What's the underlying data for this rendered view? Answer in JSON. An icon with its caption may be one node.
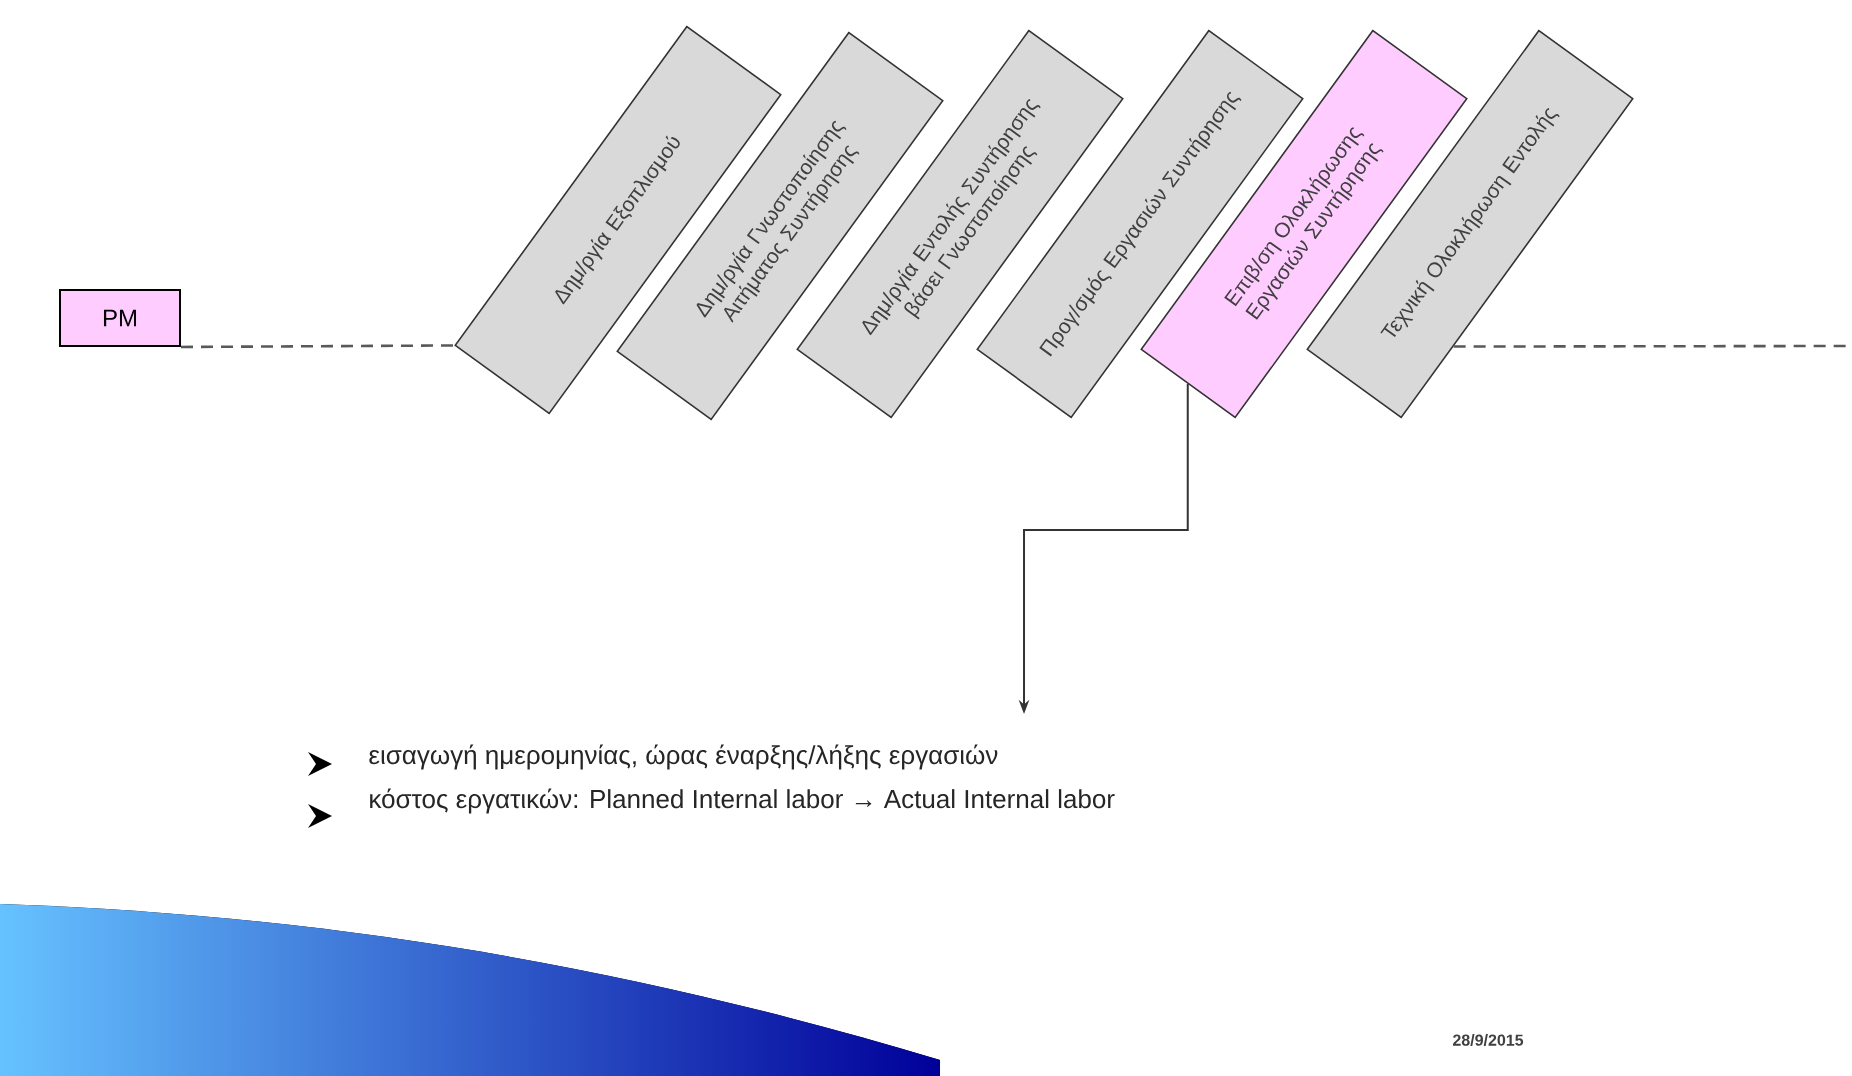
{
  "diagram": {
    "nodes": [
      {
        "text": [
          "PM"
        ]
      },
      {
        "text": [
          "Δημ/ργία Εξοπλισμού"
        ]
      },
      {
        "text": [
          "Δημ/ργία Γνωστοποίησης Αιτήματος Συντήρησης"
        ]
      },
      {
        "text": [
          "Δημ/ργία Εντολής Συντήρησης βάσει Γνωστοποίησης"
        ]
      },
      {
        "text": [
          "Προγ/σμός Εργασιών Συντήρησης"
        ]
      },
      {
        "text": [
          "Επιβ/ση Ολοκλήρωσης Εργασιών Συντήρησης"
        ]
      },
      {
        "text": [
          "Τεχνική Ολοκλήρωση Εντολής"
        ]
      },
      {
        "text": [
          "εισαγωγή ημερομηνίας, ώρας έναρξης/λήξης εργασιών",
          "κόστος εργατικών: Planned Internal labor → Actual Internal labor"
        ]
      }
    ],
    "edges": [
      {
        "from": 0,
        "to": 1,
        "arrow": "none",
        "style": "dashed"
      },
      {
        "from": 6,
        "to": null,
        "arrow": "none",
        "style": "dashed"
      },
      {
        "from": 5,
        "to": 7,
        "arrow": "to"
      }
    ],
    "labels": [
      "28/9/2015"
    ]
  }
}
